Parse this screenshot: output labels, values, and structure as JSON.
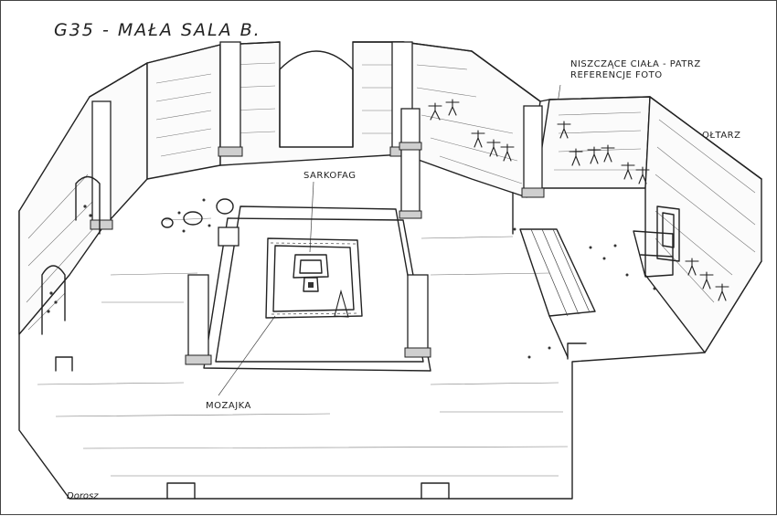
{
  "title": "G35 - MAŁA SALA B.",
  "labels": {
    "notes_line1": "NISZCZĄCE CIAŁA - PATRZ",
    "notes_line2": "REFERENCJE FOTO",
    "altar": "OŁTARZ",
    "sarcophagus": "SARKOFAG",
    "mosaic": "MOZAJKA"
  },
  "signature": "Dorosz"
}
